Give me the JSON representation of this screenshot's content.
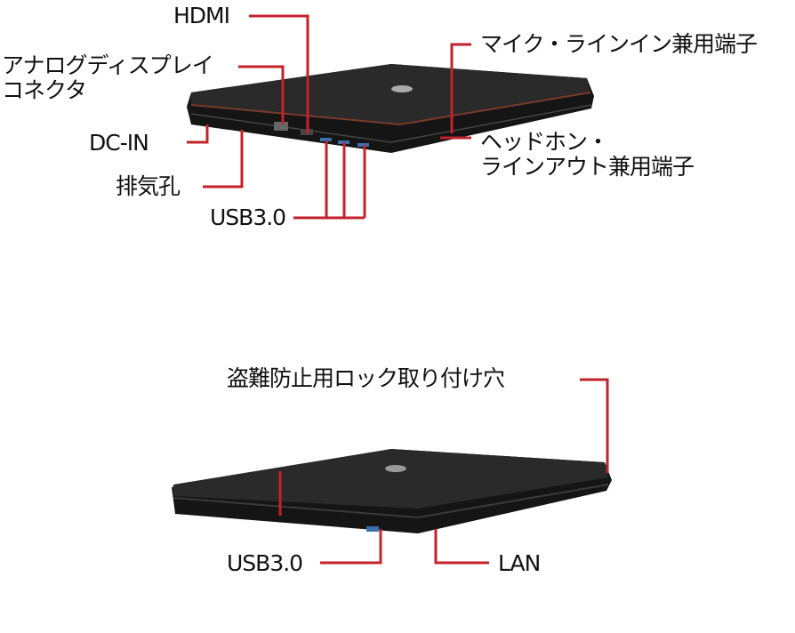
{
  "top_view": {
    "labels": {
      "hdmi": "HDMI",
      "analog_display_1": "アナログディスプレイ",
      "analog_display_2": "コネクタ",
      "dc_in": "DC-IN",
      "exhaust": "排気孔",
      "usb": "USB3.0",
      "mic_line_in": "マイク・ラインイン兼用端子",
      "headphone_1": "ヘッドホン・",
      "headphone_2": "ラインアウト兼用端子"
    }
  },
  "bottom_view": {
    "labels": {
      "security_lock": "盗難防止用ロック取り付け穴",
      "usb": "USB3.0",
      "lan": "LAN"
    }
  },
  "colors": {
    "leader": "#c3222b",
    "laptop": "#1f1f1f"
  }
}
